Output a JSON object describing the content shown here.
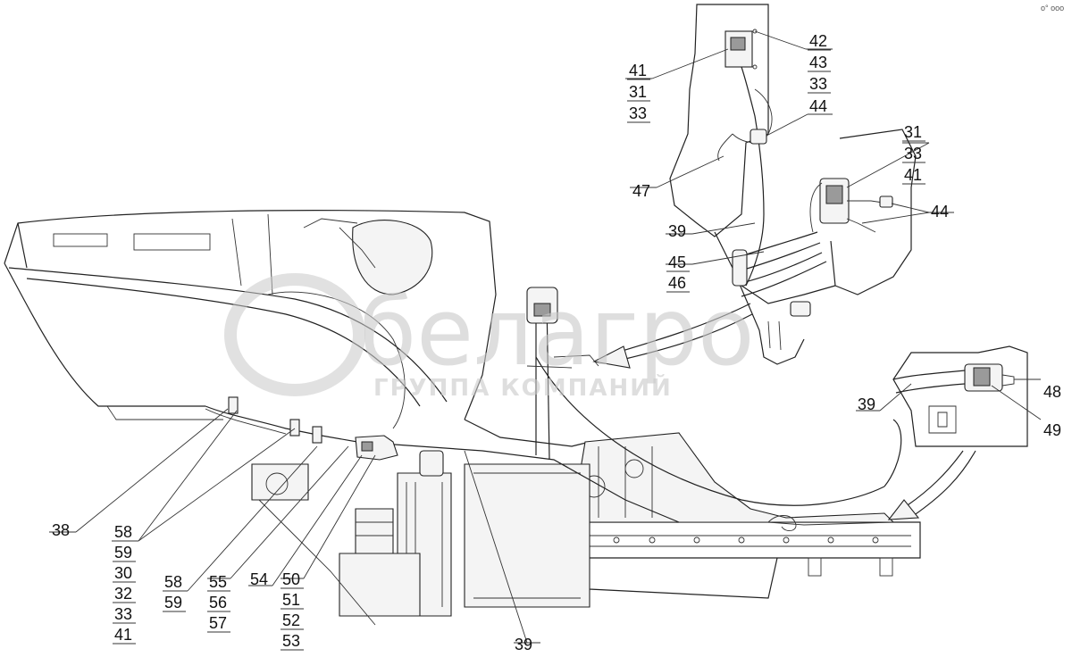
{
  "corner_mark": "o° ooo",
  "watermark": {
    "logo_text": "белагро",
    "subtitle": "ГРУППА КОМПАНИЙ"
  },
  "callouts": {
    "c42": "42",
    "c43": "43",
    "c33a": "33",
    "c41a": "41",
    "c31a": "31",
    "c33b": "33",
    "c44a": "44",
    "c31b": "31",
    "c33c": "33",
    "c41b": "41",
    "c47": "47",
    "c44b": "44",
    "c39a": "39",
    "c45": "45",
    "c46": "46",
    "c39b": "39",
    "c48": "48",
    "c49": "49",
    "c38": "38",
    "c58a": "58",
    "c59a": "59",
    "c30": "30",
    "c32": "32",
    "c33d": "33",
    "c41c": "41",
    "c58b": "58",
    "c59b": "59",
    "c55": "55",
    "c56": "56",
    "c57": "57",
    "c54": "54",
    "c50": "50",
    "c51": "51",
    "c52": "52",
    "c53": "53",
    "c39c": "39"
  }
}
